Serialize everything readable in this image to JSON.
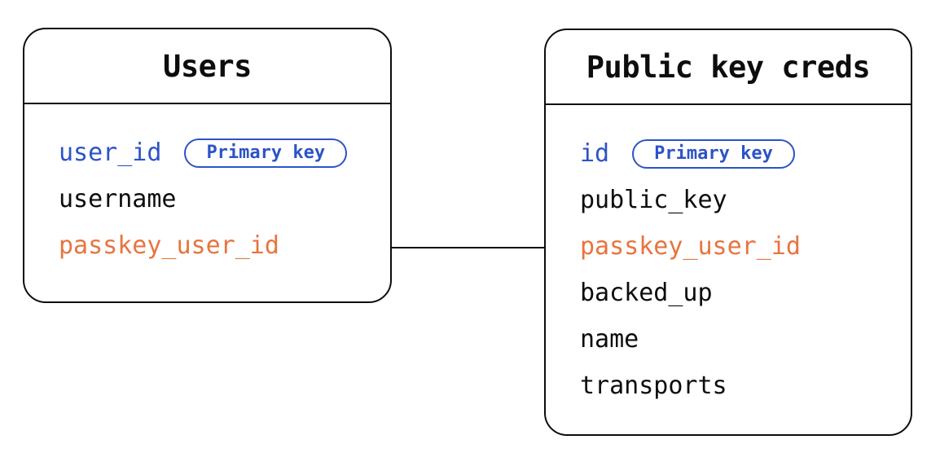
{
  "tables": {
    "users": {
      "title": "Users",
      "fields": [
        {
          "name": "user_id",
          "role": "primary-key",
          "badge": "Primary key"
        },
        {
          "name": "username",
          "role": "column"
        },
        {
          "name": "passkey_user_id",
          "role": "linked-column"
        }
      ]
    },
    "public_key_creds": {
      "title": "Public key creds",
      "fields": [
        {
          "name": "id",
          "role": "primary-key",
          "badge": "Primary key"
        },
        {
          "name": "public_key",
          "role": "column"
        },
        {
          "name": "passkey_user_id",
          "role": "linked-column"
        },
        {
          "name": "backed_up",
          "role": "column"
        },
        {
          "name": "name",
          "role": "column"
        },
        {
          "name": "transports",
          "role": "column"
        }
      ]
    }
  },
  "relation": {
    "from_table": "Users",
    "from_field": "passkey_user_id",
    "to_table": "Public key creds",
    "to_field": "passkey_user_id"
  },
  "colors": {
    "primary_key": "#2d53c8",
    "linked_field": "#e8743e",
    "text": "#0d0d0d",
    "border": "#0d0d0d",
    "background": "#ffffff"
  }
}
